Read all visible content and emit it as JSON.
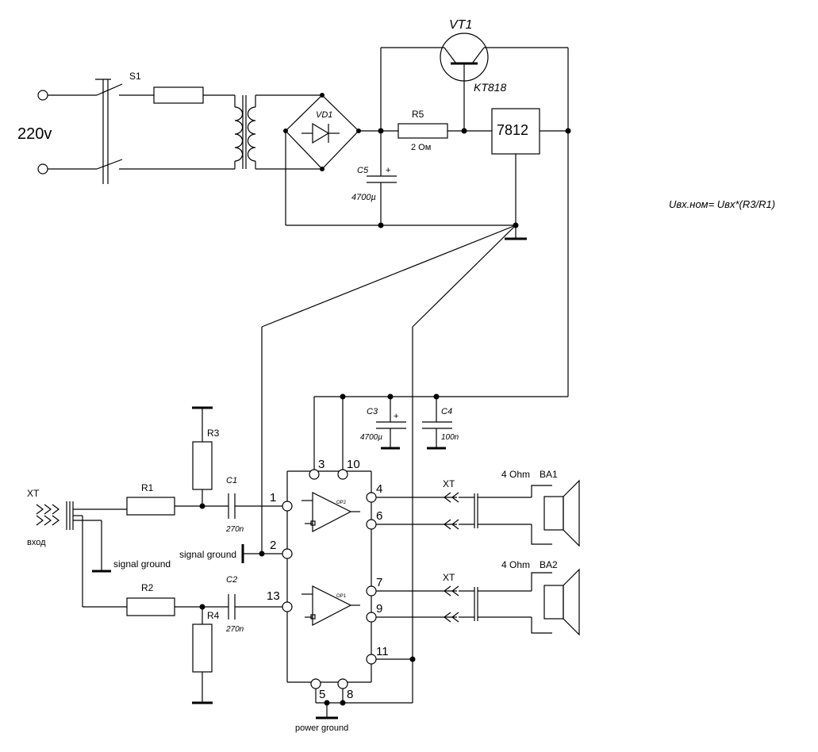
{
  "power_supply": {
    "mains_label": "220v",
    "switch_label": "S1",
    "transistor_label": "VT1",
    "transistor_model": "KT818",
    "bridge_label": "VD1",
    "resistor_label": "R5",
    "resistor_value": "2 Ом",
    "capacitor_label": "C5",
    "capacitor_value": "4700µ",
    "capacitor_polarity": "+",
    "regulator_label": "7812"
  },
  "formula": "Uвх.ном= Uвх*(R3/R1)",
  "input": {
    "connector_label": "XT",
    "connector_caption": "вход",
    "signal_ground_label": "signal ground",
    "r1_label": "R1",
    "r2_label": "R2",
    "r3_label": "R3",
    "r4_label": "R4",
    "c1_label": "C1",
    "c1_value": "270n",
    "c2_label": "C2",
    "c2_value": "270n"
  },
  "amplifier": {
    "signal_ground_label": "signal ground",
    "power_ground_label": "power ground",
    "c3_label": "C3",
    "c3_value": "4700µ",
    "c3_polarity": "+",
    "c4_label": "C4",
    "c4_value": "100n",
    "opamp_top_label": "OP2",
    "opamp_bottom_label": "OP1",
    "pins": {
      "p1": "1",
      "p2": "2",
      "p3": "3",
      "p4": "4",
      "p5": "5",
      "p6": "6",
      "p7": "7",
      "p8": "8",
      "p9": "9",
      "p10": "10",
      "p11": "11",
      "p13": "13"
    }
  },
  "outputs": {
    "xt1_label": "XT",
    "xt2_label": "XT",
    "spk1_impedance": "4 Ohm",
    "spk1_label": "BA1",
    "spk2_impedance": "4 Ohm",
    "spk2_label": "BA2"
  }
}
